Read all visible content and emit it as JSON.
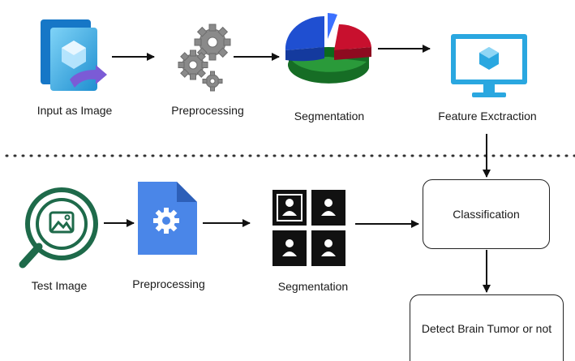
{
  "top_row": {
    "input": "Input as Image",
    "preprocessing": "Preprocessing",
    "segmentation": "Segmentation",
    "feature_extraction": "Feature Exctraction"
  },
  "bottom_row": {
    "test_image": "Test Image",
    "preprocessing": "Preprocessing",
    "segmentation": "Segmentation",
    "classification": "Classification",
    "result": "Detect Brain Tumor or not"
  },
  "colors": {
    "azure_blue": "#2aa7e0",
    "purple_arrow": "#7b5bd6",
    "gear_gray": "#8a8a8a",
    "pie_blue": "#1f4fd1",
    "pie_red": "#c8102e",
    "pie_green": "#1f8a2e",
    "doc_blue": "#4a86e8",
    "search_green": "#1e6a4a"
  }
}
